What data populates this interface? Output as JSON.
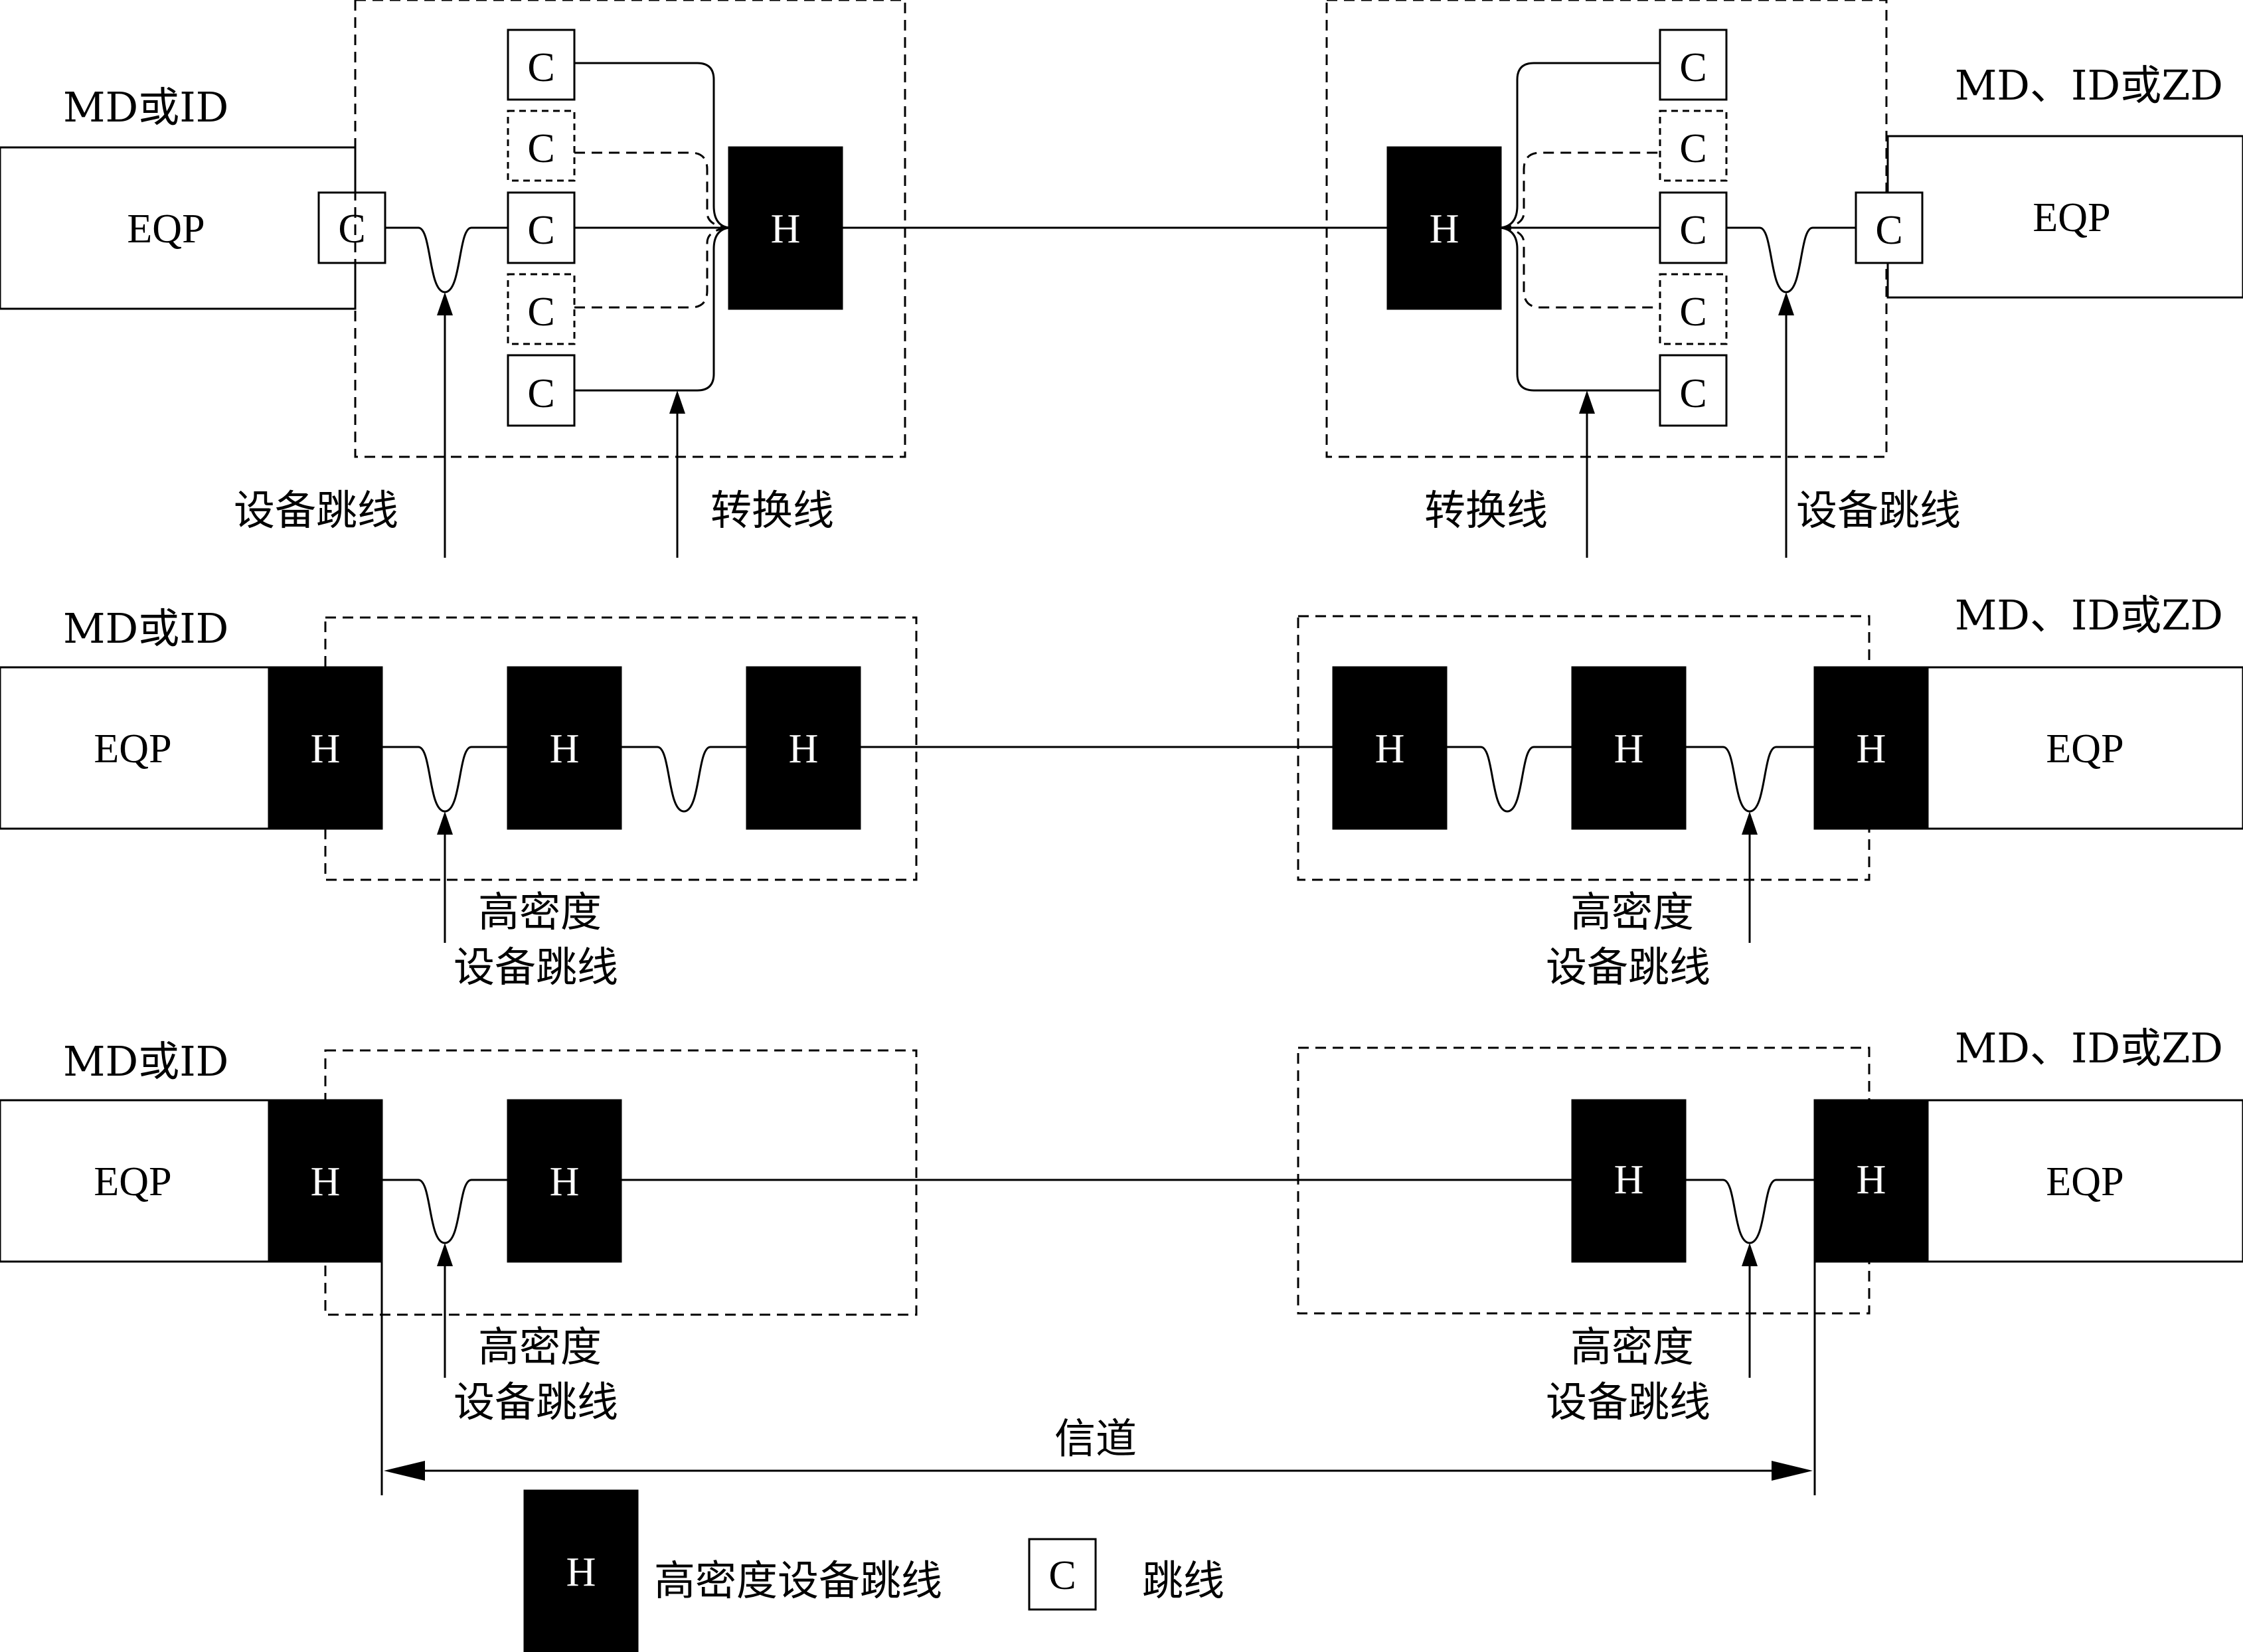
{
  "labels": {
    "md_or_id": "MD或ID",
    "md_id_or_zd": "MD、ID或ZD",
    "eqp": "EQP",
    "c": "C",
    "h": "H",
    "equipment_cord": "设备跳线",
    "conversion_cord": "转换线",
    "hd_line1": "高密度",
    "hd_line2": "设备跳线",
    "channel": "信道"
  },
  "legend": {
    "h_symbol": "H",
    "h_text": "高密度设备跳线",
    "c_symbol": "C",
    "c_text": "跳线"
  }
}
